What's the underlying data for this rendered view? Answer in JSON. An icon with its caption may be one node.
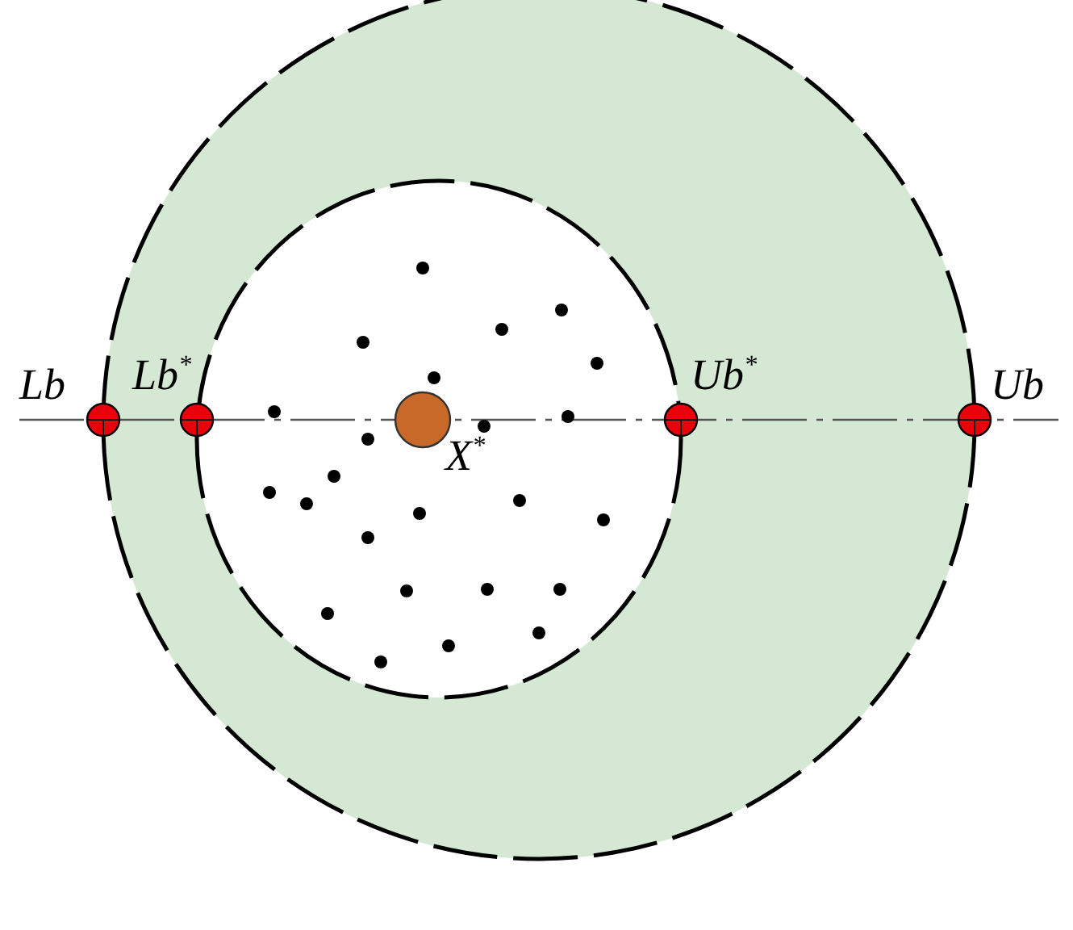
{
  "diagram": {
    "labels": [
      "Lb",
      "Lb$^{*}$",
      "Ub$^{*}$",
      "Ub",
      "X$^{*}$"
    ]
  }
}
